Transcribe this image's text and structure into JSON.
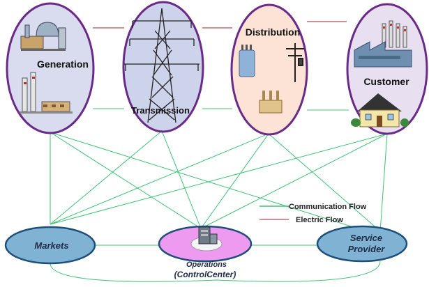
{
  "nodes": {
    "generation": {
      "label": "Generation",
      "fill": "#d9dcef"
    },
    "transmission": {
      "label": "Transmission",
      "fill": "#cdd3ea"
    },
    "distribution": {
      "label": "Distribution",
      "fill": "#fde2d6"
    },
    "customer": {
      "label": "Customer",
      "fill": "#e8e0f0"
    },
    "markets": {
      "label": "Markets",
      "fill": "#7fb2d3"
    },
    "operations": {
      "label_line1": "Operations",
      "label_line2": "(ControlCenter)",
      "fill": "#ee9af0"
    },
    "service_provider": {
      "label_line1": "Service",
      "label_line2": "Provider",
      "fill": "#7fb2d3"
    }
  },
  "legend": {
    "communication": {
      "label": "Communication Flow",
      "color": "#3cc474"
    },
    "electric": {
      "label": "Electric Flow",
      "color": "#a0202e"
    }
  },
  "colors": {
    "top_outline": "#6a2a88",
    "bottom_outline": "#1d4f7a",
    "communication_line": "#3cc474",
    "electric_line": "#a0202e"
  }
}
